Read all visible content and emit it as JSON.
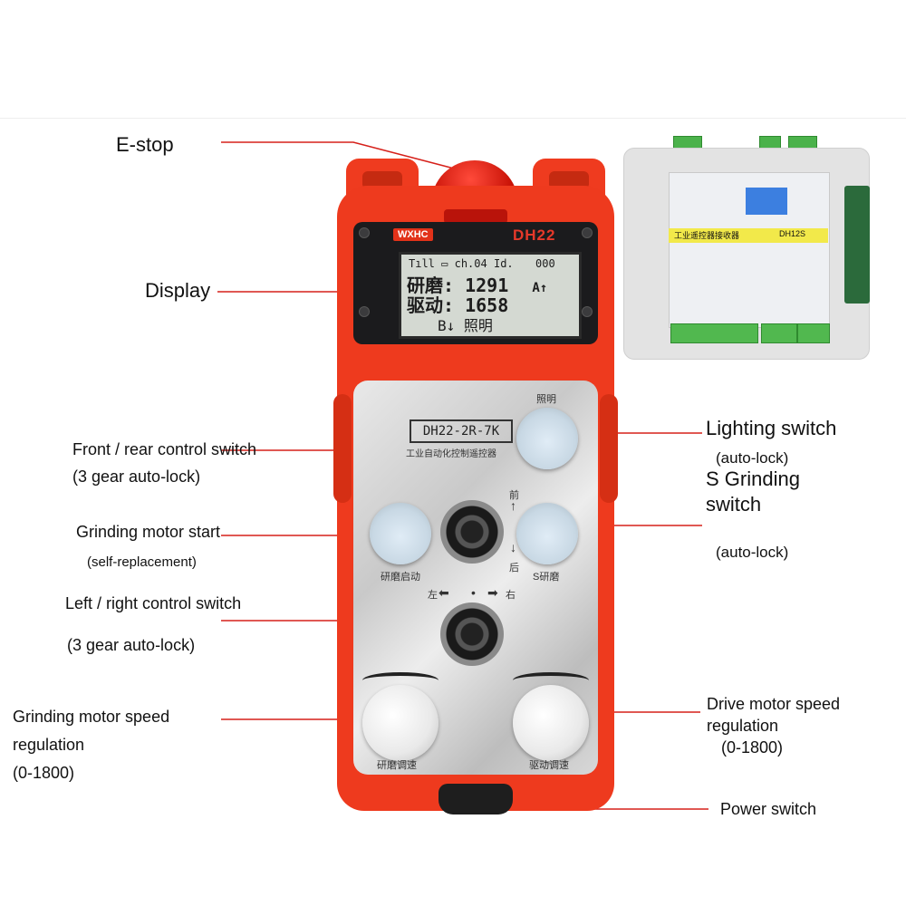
{
  "callouts": {
    "estop": "E-stop",
    "display": "Display",
    "front_rear_1": "Front / rear control switch",
    "front_rear_2": "(3 gear auto-lock)",
    "grind_start_1": "Grinding motor start",
    "grind_start_2": "(self-replacement)",
    "left_right_1": "Left / right control switch",
    "left_right_2": "(3 gear auto-lock)",
    "grind_speed_1": "Grinding motor speed",
    "grind_speed_2": "regulation",
    "grind_speed_3": "(0-1800)",
    "lighting_1": "Lighting switch",
    "lighting_2": "(auto-lock)",
    "s_grind_1": "S Grinding",
    "s_grind_2": "switch",
    "s_grind_3": "(auto-lock)",
    "drive_speed_1": "Drive motor speed",
    "drive_speed_2": "regulation",
    "drive_speed_3": "(0-1800)",
    "power": "Power switch"
  },
  "remote": {
    "logo": "WXHC",
    "model": "DH22",
    "lcd": {
      "signal": "Tıll",
      "channel": "ch.04",
      "id_label": "Id.",
      "id_value": "000",
      "row2_label": "研磨:",
      "row2_value": "1291",
      "row2_suffix": "A↑",
      "row3_label": "驱动:",
      "row3_value": "1658",
      "row4": "B↓ 照明"
    },
    "panel": {
      "model_box": "DH22-2R-7K",
      "subtitle": "工业自动化控制遥控器",
      "btn_light": "照明",
      "dir_front": "前",
      "dir_back": "后",
      "dir_left": "左",
      "dir_right": "右",
      "btn_grind_start": "研磨启动",
      "btn_s_grind": "S研磨",
      "knob_grind": "研磨调速",
      "knob_drive": "驱动调速"
    }
  },
  "receiver": {
    "title": "工业遥控器接收器",
    "model": "DH12S"
  }
}
